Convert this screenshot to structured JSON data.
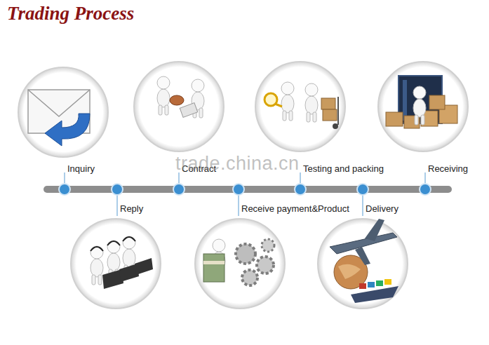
{
  "diagram": {
    "title": "Trading Process",
    "labels": [
      "Inquiry",
      "Reply",
      "Contract",
      "Receive payment&Product",
      "Testing and packing",
      "Delivery",
      "Receiving",
      "trade.china.cn"
    ]
  }
}
